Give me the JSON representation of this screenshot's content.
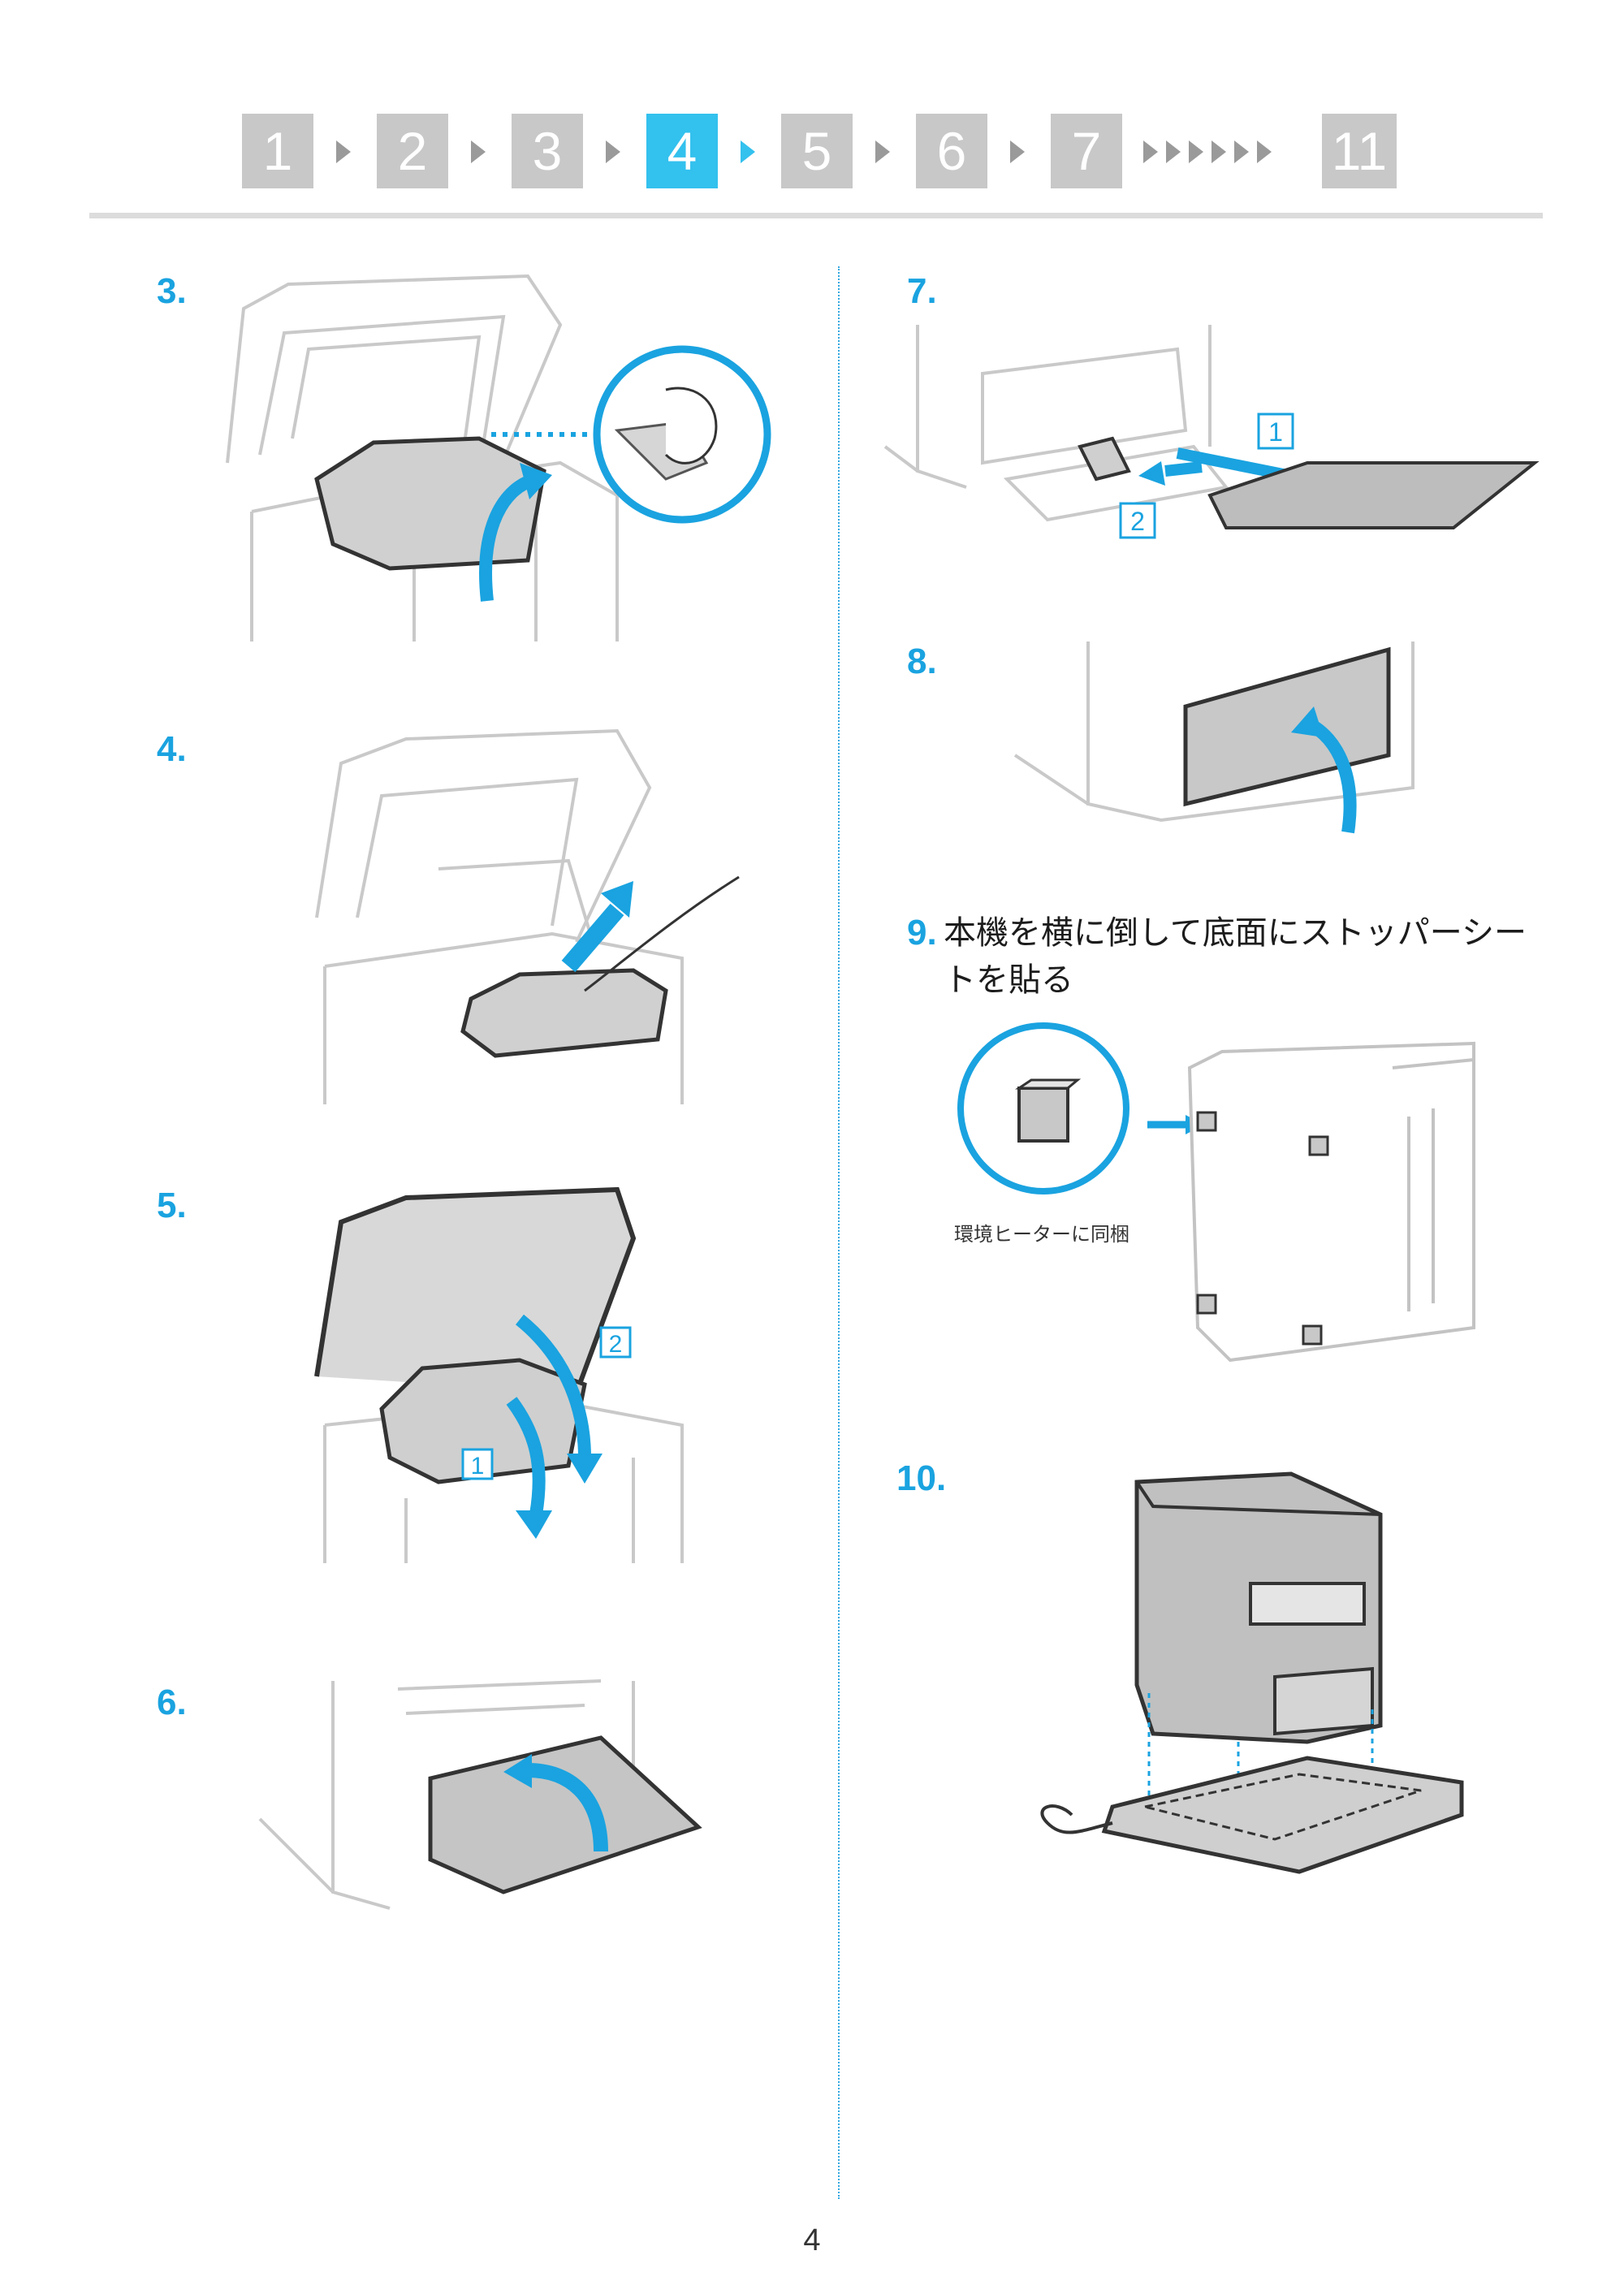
{
  "progress": {
    "steps": [
      "1",
      "2",
      "3",
      "4",
      "5",
      "6",
      "7",
      "11"
    ],
    "active": "4"
  },
  "steps": {
    "s3": {
      "num": "3."
    },
    "s4": {
      "num": "4."
    },
    "s5": {
      "num": "5.",
      "callouts": [
        "1",
        "2"
      ]
    },
    "s6": {
      "num": "6."
    },
    "s7": {
      "num": "7.",
      "callouts": [
        "1",
        "2"
      ]
    },
    "s8": {
      "num": "8."
    },
    "s9": {
      "num": "9.",
      "text": "本機を横に倒して底面にストッパーシートを貼る",
      "caption": "環境ヒーターに同梱"
    },
    "s10": {
      "num": "10."
    }
  },
  "page_number": "4",
  "colors": {
    "accent": "#33c1ee",
    "arrow": "#1aa3e0",
    "step_inactive": "#c8c8c8",
    "divider": "#dcdcdc"
  }
}
